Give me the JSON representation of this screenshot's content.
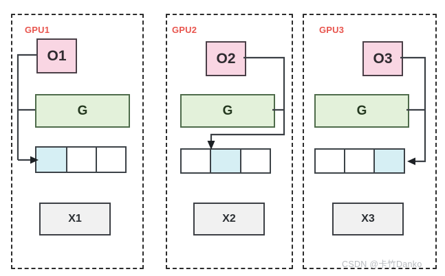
{
  "diagram": {
    "title": "GPU data-parallel gradient placement diagram",
    "colors": {
      "panel_border": "#2b2b2b",
      "label_red": "#e8554e",
      "o_fill": "#f9d6e3",
      "o_border": "#4a3f47",
      "g_fill": "#e3f1da",
      "g_border": "#4e6b4a",
      "cell_fill": "#ffffff",
      "cell_active_fill": "#d6eff4",
      "cell_border": "#3c4247",
      "x_fill": "#f1f1f1",
      "x_border": "#3c3f44",
      "wire": "#3a3f44",
      "watermark": "#b9bcc0"
    },
    "panels": [
      {
        "id": "gpu1",
        "label": "GPU1",
        "o_label": "O1",
        "g_label": "G",
        "x_label": "X1",
        "cells": [
          "",
          "",
          ""
        ],
        "active_cell_index": 0,
        "arrow_direction": "right"
      },
      {
        "id": "gpu2",
        "label": "GPU2",
        "o_label": "O2",
        "g_label": "G",
        "x_label": "X2",
        "cells": [
          "",
          "",
          ""
        ],
        "active_cell_index": 1,
        "arrow_direction": "down"
      },
      {
        "id": "gpu3",
        "label": "GPU3",
        "o_label": "O3",
        "g_label": "G",
        "x_label": "X3",
        "cells": [
          "",
          "",
          ""
        ],
        "active_cell_index": 2,
        "arrow_direction": "left"
      }
    ],
    "watermark": "CSDN @卡竹Danko"
  }
}
